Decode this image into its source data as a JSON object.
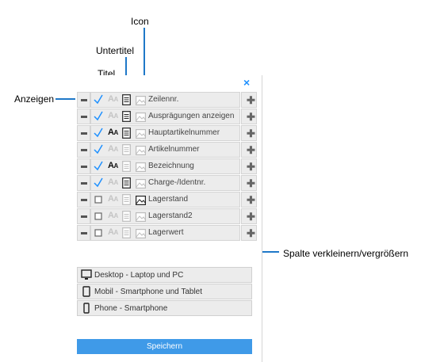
{
  "callouts": {
    "anzeigen": "Anzeigen",
    "titel": "Titel",
    "untertitel": "Untertitel",
    "icon": "Icon",
    "spalte": "Spalte verkleinern/vergrößern"
  },
  "panel": {
    "close_label": "×",
    "rows": [
      {
        "label": "Zeilennr.",
        "shown": true,
        "title": false,
        "subtitle": true,
        "icon": false
      },
      {
        "label": "Ausprägungen anzeigen",
        "shown": true,
        "title": false,
        "subtitle": true,
        "icon": false
      },
      {
        "label": "Hauptartikelnummer",
        "shown": true,
        "title": true,
        "subtitle": true,
        "icon": false
      },
      {
        "label": "Artikelnummer",
        "shown": true,
        "title": false,
        "subtitle": false,
        "icon": false
      },
      {
        "label": "Bezeichnung",
        "shown": true,
        "title": true,
        "subtitle": false,
        "icon": false
      },
      {
        "label": "Charge-/Identnr.",
        "shown": true,
        "title": false,
        "subtitle": true,
        "icon": false
      },
      {
        "label": "Lagerstand",
        "shown": false,
        "title": false,
        "subtitle": false,
        "icon": true
      },
      {
        "label": "Lagerstand2",
        "shown": false,
        "title": false,
        "subtitle": false,
        "icon": false
      },
      {
        "label": "Lagerwert",
        "shown": false,
        "title": false,
        "subtitle": false,
        "icon": false
      }
    ],
    "devices": [
      {
        "label": "Desktop - Laptop und PC",
        "icon": "monitor-icon"
      },
      {
        "label": "Mobil - Smartphone und Tablet",
        "icon": "tablet-icon"
      },
      {
        "label": "Phone - Smartphone",
        "icon": "phone-icon"
      }
    ],
    "save_label": "Speichern"
  },
  "colors": {
    "accent": "#3f9ae8",
    "check": "#1e90ff",
    "callout_line": "#1f78c8"
  }
}
